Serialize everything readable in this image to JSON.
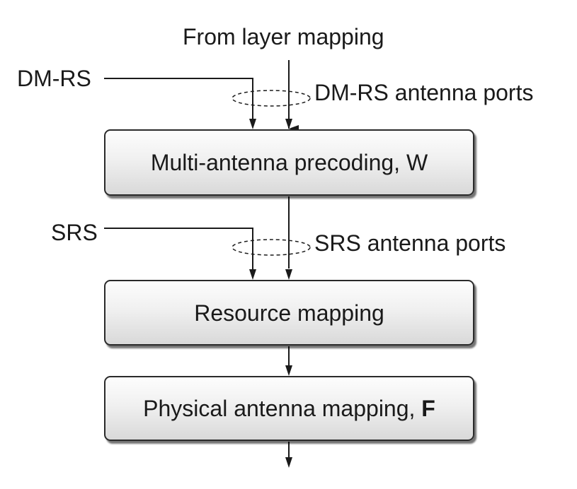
{
  "diagram": {
    "input_label": "From layer mapping",
    "dmrs_label": "DM-RS",
    "dmrs_ports_label": "DM-RS antenna ports",
    "srs_label": "SRS",
    "srs_ports_label": "SRS antenna ports",
    "precoding_label": "Multi-antenna precoding, W",
    "resource_mapping_label": "Resource mapping",
    "physical_mapping_label": "Physical antenna mapping, ",
    "physical_mapping_symbol": "F"
  }
}
